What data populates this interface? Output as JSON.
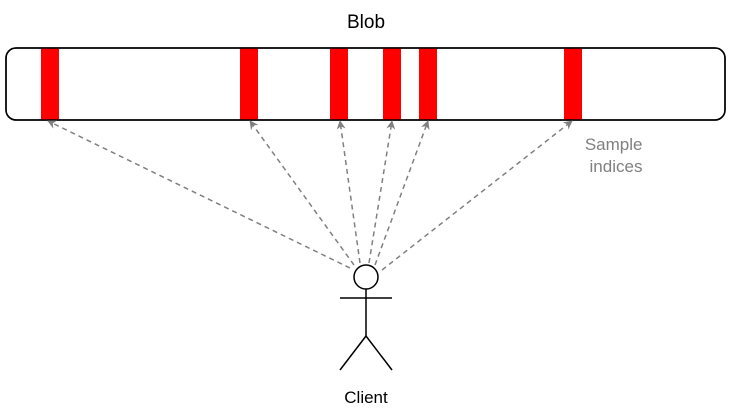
{
  "blob": {
    "title": "Blob",
    "sample_count": 6
  },
  "annotation": {
    "line1": "Sample",
    "line2": "indices"
  },
  "client": {
    "label": "Client"
  },
  "colors": {
    "sample_marker": "#ff0000",
    "outline": "#000000",
    "arrow": "#808080",
    "annotation_text": "#808080",
    "text": "#000000"
  }
}
